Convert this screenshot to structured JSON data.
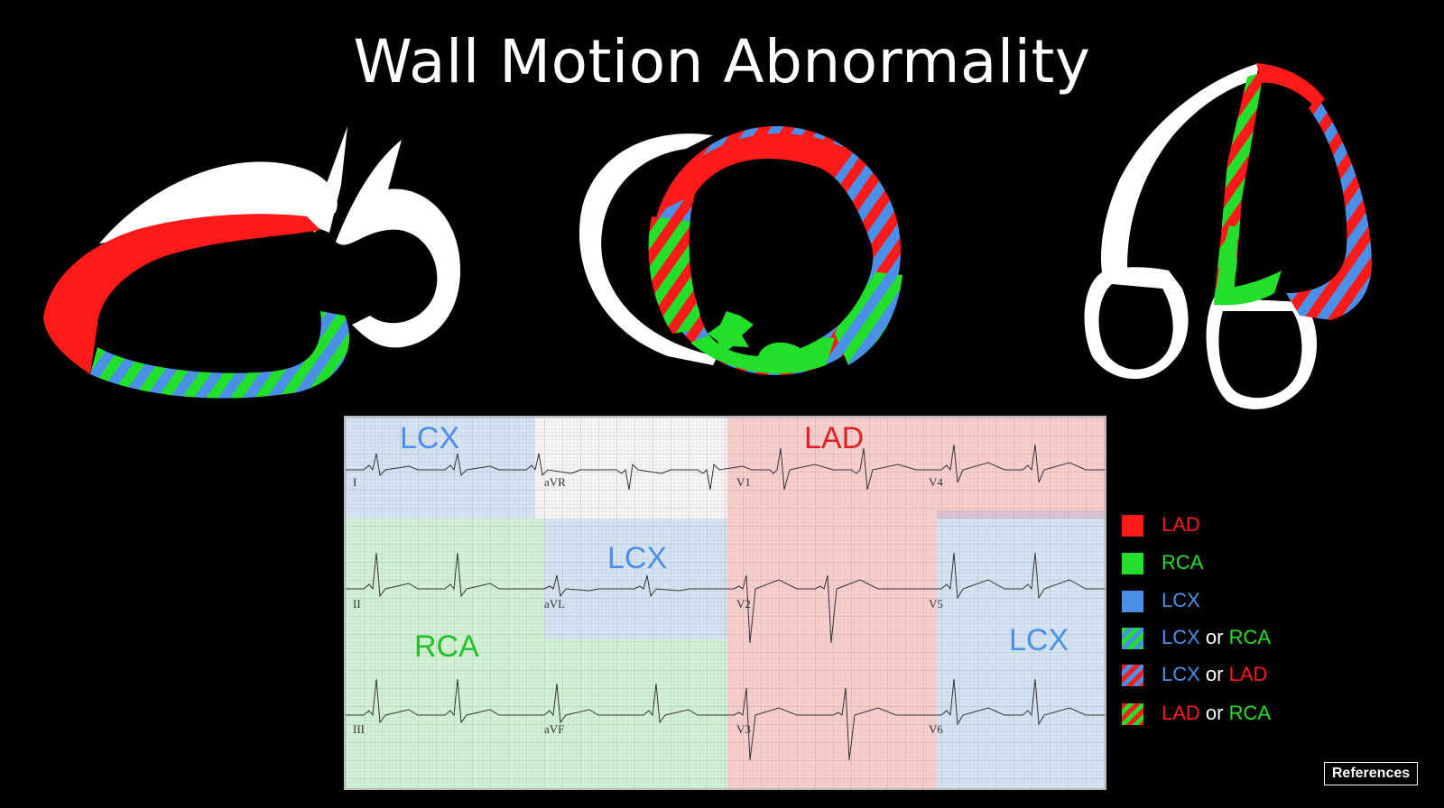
{
  "title": "Wall Motion Abnormality",
  "colors": {
    "LAD": "#ff1a1a",
    "RCA": "#22e02a",
    "LCX": "#4a90e8"
  },
  "ecg": {
    "zones": [
      {
        "key": "lcx_top",
        "label": "LCX",
        "artery": "LCX"
      },
      {
        "key": "lad",
        "label": "LAD",
        "artery": "LAD"
      },
      {
        "key": "lcx_mid",
        "label": "LCX",
        "artery": "LCX"
      },
      {
        "key": "rca",
        "label": "RCA",
        "artery": "RCA"
      },
      {
        "key": "lcx_right",
        "label": "LCX",
        "artery": "LCX"
      }
    ],
    "leads": [
      "I",
      "aVR",
      "V1",
      "V4",
      "II",
      "aVL",
      "V2",
      "V5",
      "III",
      "aVF",
      "V3",
      "V6"
    ]
  },
  "legend": [
    {
      "swatch": "LAD",
      "parts": [
        {
          "text": "LAD",
          "color": "LAD"
        }
      ]
    },
    {
      "swatch": "RCA",
      "parts": [
        {
          "text": "RCA",
          "color": "RCA"
        }
      ]
    },
    {
      "swatch": "LCX",
      "parts": [
        {
          "text": "LCX",
          "color": "LCX"
        }
      ]
    },
    {
      "swatch": "LCX/RCA",
      "parts": [
        {
          "text": "LCX",
          "color": "LCX"
        },
        {
          "text": "or",
          "color": "white"
        },
        {
          "text": "RCA",
          "color": "RCA"
        }
      ]
    },
    {
      "swatch": "LCX/LAD",
      "parts": [
        {
          "text": "LCX",
          "color": "LCX"
        },
        {
          "text": "or",
          "color": "white"
        },
        {
          "text": "LAD",
          "color": "LAD"
        }
      ]
    },
    {
      "swatch": "LAD/RCA",
      "parts": [
        {
          "text": "LAD",
          "color": "LAD"
        },
        {
          "text": "or",
          "color": "white"
        },
        {
          "text": "RCA",
          "color": "RCA"
        }
      ]
    }
  ],
  "references_button": "References"
}
